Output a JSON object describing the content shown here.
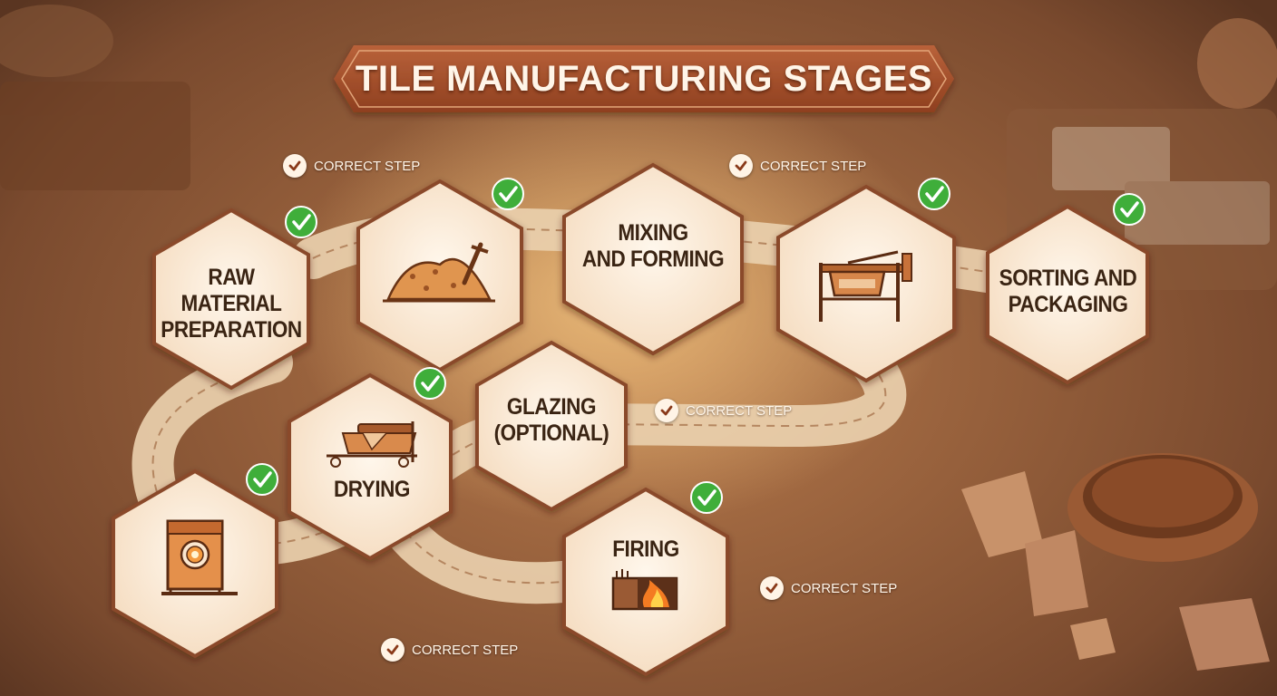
{
  "title": "TILE MANUFACTURING STAGES",
  "stages": [
    {
      "label": "RAW MATERIAL\nPREPARATION"
    },
    {
      "label": "MIXING\nAND FORMING"
    },
    {
      "label": "SORTING AND\nPACKAGING"
    },
    {
      "label": "GLAZING\n(OPTIONAL)"
    },
    {
      "label": "DRYING"
    },
    {
      "label": "FIRING"
    }
  ],
  "icons": [
    "clay-pile-icon",
    "mixing-machine-icon",
    "dryer-icon",
    "kiln-icon",
    "furnace-fire-icon",
    "check-icon"
  ],
  "correct_step_label": "CORRECT STEP",
  "colors": {
    "banner": "#a24e2a",
    "hex_fill": "#fbe9d6",
    "hex_border": "#8a4a2a",
    "check_green": "#3fae3a",
    "path": "#ecd3b3"
  }
}
